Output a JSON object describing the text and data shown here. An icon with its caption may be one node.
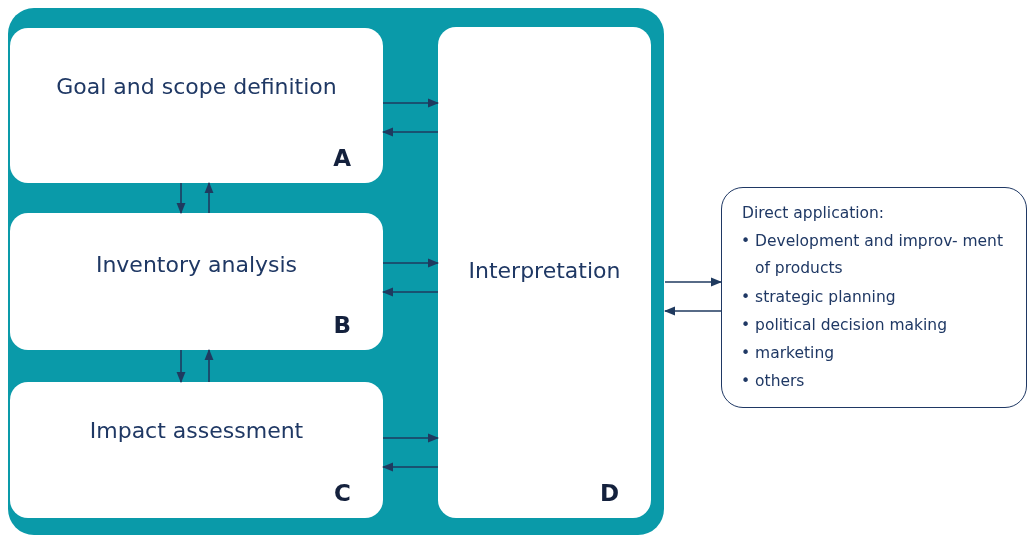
{
  "diagram": {
    "nodes": [
      {
        "text": [],
        "shape": "box"
      },
      {
        "text": [
          "Goal and scope definition",
          "A"
        ],
        "in": 0
      },
      {
        "text": [
          "Inventory analysis",
          "B"
        ],
        "in": 0
      },
      {
        "text": [
          "Impact assessment",
          "C"
        ],
        "in": 0
      },
      {
        "text": [
          "Interpretation",
          "D"
        ],
        "in": 0
      },
      {
        "text": [
          "Direct application:",
          "• Development and improv- ment of products",
          "• strategic planning",
          "• political decision making",
          "• marketing",
          "• others"
        ]
      }
    ],
    "edges": [
      {
        "from": 1,
        "to": 4,
        "arrow": "to"
      },
      {
        "from": 4,
        "to": 1,
        "arrow": "to"
      },
      {
        "from": 1,
        "to": 2,
        "arrow": "to"
      },
      {
        "from": 2,
        "to": 1,
        "arrow": "to"
      },
      {
        "from": 2,
        "to": 4,
        "arrow": "to"
      },
      {
        "from": 4,
        "to": 2,
        "arrow": "to"
      },
      {
        "from": 2,
        "to": 3,
        "arrow": "to"
      },
      {
        "from": 3,
        "to": 2,
        "arrow": "to"
      },
      {
        "from": 3,
        "to": 4,
        "arrow": "to"
      },
      {
        "from": 4,
        "to": 3,
        "arrow": "to"
      },
      {
        "from": 4,
        "to": 5,
        "arrow": "to"
      },
      {
        "from": 5,
        "to": 4,
        "arrow": "to"
      }
    ]
  }
}
